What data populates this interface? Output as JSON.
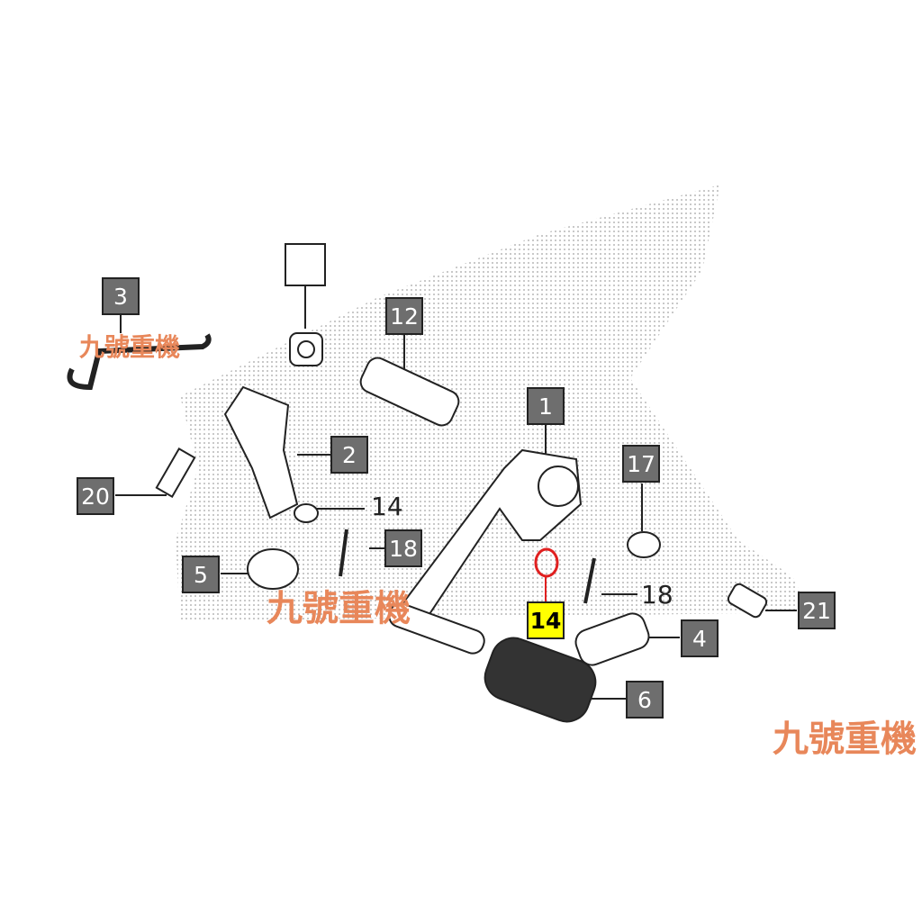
{
  "callouts": {
    "c3": "3",
    "blank": "",
    "c12": "12",
    "c1": "1",
    "c2": "2",
    "c20": "20",
    "t14": "14",
    "c18": "18",
    "c5": "5",
    "c17": "17",
    "t18": "18",
    "c14": "14",
    "c21": "21",
    "c4": "4",
    "c6": "6"
  },
  "highlight_color": "#ffff00",
  "highlight_part_color": "#e02020",
  "watermark": [
    "九號重機",
    "九號重機",
    "九號重機"
  ]
}
